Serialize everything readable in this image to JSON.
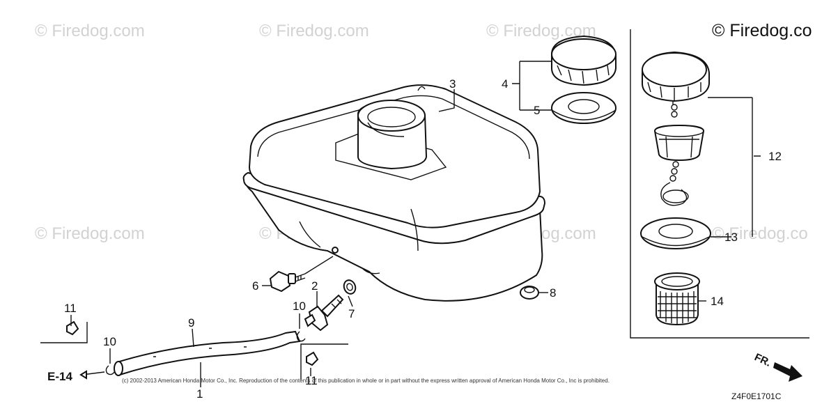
{
  "watermark": {
    "text": "© Firedog.com",
    "top_right_text": "© Firedog.co",
    "partial_text": "© Firedog.co"
  },
  "callouts": {
    "c1": "1",
    "c2": "2",
    "c3": "3",
    "c4": "4",
    "c5": "5",
    "c6": "6",
    "c7": "7",
    "c8": "8",
    "c9": "9",
    "c10a": "10",
    "c10b": "10",
    "c11a": "11",
    "c11b": "11",
    "c12": "12",
    "c13": "13",
    "c14": "14"
  },
  "reference": {
    "label": "E-14"
  },
  "direction": {
    "label": "FR."
  },
  "copyright": "(c) 2002-2013 American Honda Motor Co., Inc. Reproduction of the contents of this publication in whole or in part without the express written approval of American Honda Motor Co., Inc is prohibited.",
  "diagram_code": "Z4F0E1701C"
}
